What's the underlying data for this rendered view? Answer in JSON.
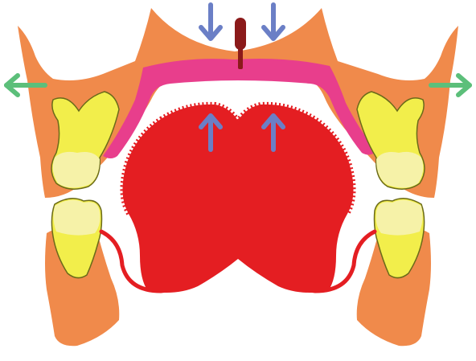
{
  "diagram": {
    "subject": "oral-cavity-cross-section",
    "structures": [
      {
        "name": "maxilla-bone",
        "color": "#f08a4b"
      },
      {
        "name": "mandible-bone",
        "color": "#f08a4b"
      },
      {
        "name": "palatal-mucosa",
        "color": "#e83e8c"
      },
      {
        "name": "tongue",
        "color": "#e41e22"
      },
      {
        "name": "floor-of-mouth",
        "color": "#e41e22"
      },
      {
        "name": "upper-molar",
        "color": "#f2ee4b",
        "crown": "#f6f2a8"
      },
      {
        "name": "lower-molar",
        "color": "#f2ee4b",
        "crown": "#f6f2a8"
      },
      {
        "name": "midpalatal-suture",
        "color": "#8b1a1a"
      }
    ],
    "arrows": [
      {
        "name": "arrow-down-left",
        "color": "#6b7fc6",
        "direction": "down"
      },
      {
        "name": "arrow-down-right",
        "color": "#6b7fc6",
        "direction": "down"
      },
      {
        "name": "arrow-up-left",
        "color": "#6b7fc6",
        "direction": "up"
      },
      {
        "name": "arrow-up-right",
        "color": "#6b7fc6",
        "direction": "up"
      },
      {
        "name": "arrow-left",
        "color": "#5cbf7a",
        "direction": "left"
      },
      {
        "name": "arrow-right",
        "color": "#5cbf7a",
        "direction": "right"
      }
    ]
  }
}
